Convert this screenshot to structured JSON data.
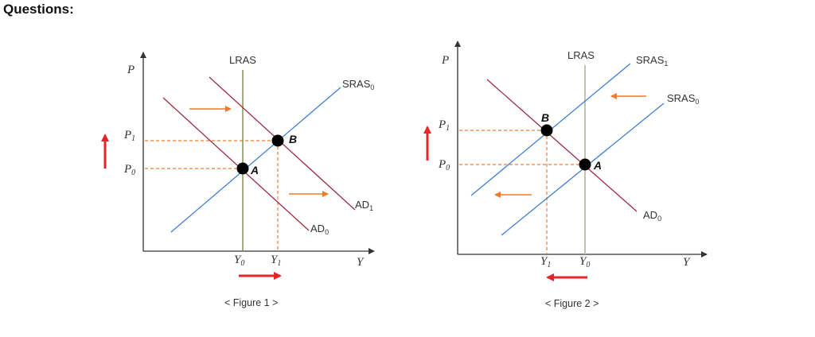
{
  "heading": "Questions:",
  "colors": {
    "ad": "#9b2c45",
    "sras": "#3f7fd6",
    "lras": "#7d8a48",
    "guide": "#f07a2a",
    "shift_arrow": "#f07a2a",
    "change_arrow": "#e5252a",
    "axis": "#333333",
    "point": "#000000"
  },
  "figure1": {
    "caption": "< Figure 1 >",
    "axis_y": "P",
    "axis_x": "Y",
    "lras": "LRAS",
    "sras": "SRAS",
    "sras_sub": "0",
    "ad0": "AD",
    "ad0_sub": "0",
    "ad1": "AD",
    "ad1_sub": "1",
    "p1": "P",
    "p1_sub": "1",
    "p0": "P",
    "p0_sub": "0",
    "y0": "Y",
    "y0_sub": "0",
    "y1": "Y",
    "y1_sub": "1",
    "point_a": "A",
    "point_b": "B"
  },
  "figure2": {
    "caption": "< Figure 2 >",
    "axis_y": "P",
    "axis_x": "Y",
    "lras": "LRAS",
    "sras1": "SRAS",
    "sras1_sub": "1",
    "sras0": "SRAS",
    "sras0_sub": "0",
    "ad0": "AD",
    "ad0_sub": "0",
    "p1": "P",
    "p1_sub": "1",
    "p0": "P",
    "p0_sub": "0",
    "y1": "Y",
    "y1_sub": "1",
    "y0": "Y",
    "y0_sub": "0",
    "point_a": "A",
    "point_b": "B"
  }
}
